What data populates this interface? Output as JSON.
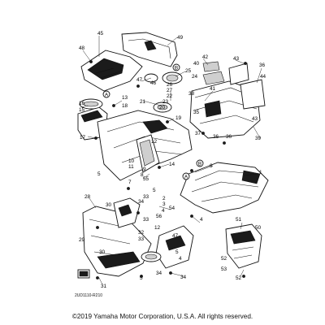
{
  "callouts": [
    {
      "label": "45"
    },
    {
      "label": "49"
    },
    {
      "label": "48"
    },
    {
      "label": "25"
    },
    {
      "label": "24"
    },
    {
      "label": "47"
    },
    {
      "label": "46"
    },
    {
      "label": "26"
    },
    {
      "label": "27"
    },
    {
      "label": "22"
    },
    {
      "label": "23"
    },
    {
      "label": "20"
    },
    {
      "label": "21"
    },
    {
      "label": "19"
    },
    {
      "label": "13"
    },
    {
      "label": "18"
    },
    {
      "label": "16"
    },
    {
      "label": "15"
    },
    {
      "label": "17"
    },
    {
      "label": "12"
    },
    {
      "label": "42"
    },
    {
      "label": "43"
    },
    {
      "label": "40"
    },
    {
      "label": "36"
    },
    {
      "label": "44"
    },
    {
      "label": "41"
    },
    {
      "label": "38"
    },
    {
      "label": "37"
    },
    {
      "label": "35"
    },
    {
      "label": "39"
    },
    {
      "label": "43"
    },
    {
      "label": "36"
    },
    {
      "label": "36"
    },
    {
      "label": "6"
    },
    {
      "label": "1"
    },
    {
      "label": "5"
    },
    {
      "label": "14"
    },
    {
      "label": "10"
    },
    {
      "label": "11"
    },
    {
      "label": "9"
    },
    {
      "label": "8"
    },
    {
      "label": "55"
    },
    {
      "label": "7"
    },
    {
      "label": "28"
    },
    {
      "label": "34"
    },
    {
      "label": "30"
    },
    {
      "label": "2"
    },
    {
      "label": "3"
    },
    {
      "label": "4"
    },
    {
      "label": "54"
    },
    {
      "label": "56"
    },
    {
      "label": "5"
    },
    {
      "label": "33"
    },
    {
      "label": "33"
    },
    {
      "label": "4"
    },
    {
      "label": "51"
    },
    {
      "label": "50"
    },
    {
      "label": "12"
    },
    {
      "label": "29"
    },
    {
      "label": "32"
    },
    {
      "label": "33"
    },
    {
      "label": "47"
    },
    {
      "label": "30"
    },
    {
      "label": "5"
    },
    {
      "label": "4"
    },
    {
      "label": "52"
    },
    {
      "label": "53"
    },
    {
      "label": "52"
    },
    {
      "label": "34"
    },
    {
      "label": "31"
    },
    {
      "label": "34"
    },
    {
      "label": "5"
    }
  ],
  "markers": [
    {
      "label": "A"
    },
    {
      "label": "B"
    },
    {
      "label": "A"
    },
    {
      "label": "B"
    }
  ],
  "drawing_id": "2UD1110-R210",
  "copyright": "©2019 Yamaha Motor Corporation, U.S.A. All rights reserved."
}
